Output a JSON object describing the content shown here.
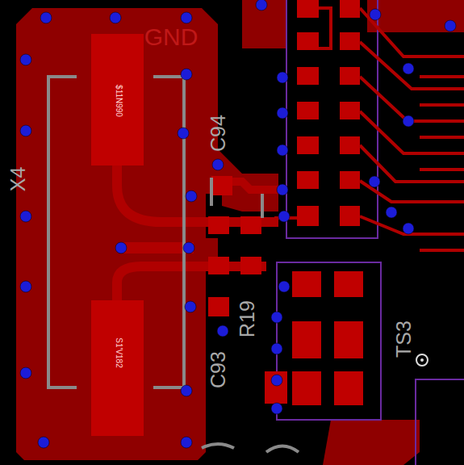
{
  "diagram": {
    "labels": [
      "GND",
      "X4",
      "C94",
      "C93",
      "R19",
      "TS3",
      "$11N990",
      "S1'V182"
    ]
  }
}
